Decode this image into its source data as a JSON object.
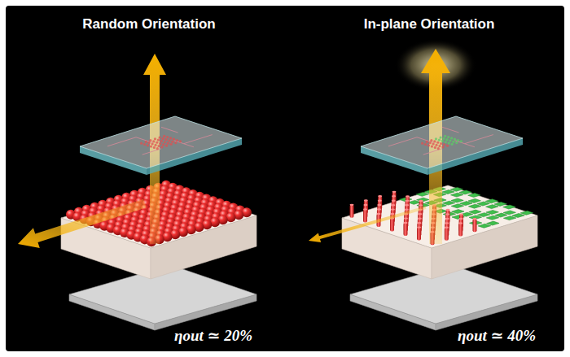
{
  "diagram": {
    "labels": [
      "Random Orientation",
      "In-plane Orientation",
      "ηout ≃ 20%",
      "ηout ≃ 40%"
    ]
  }
}
